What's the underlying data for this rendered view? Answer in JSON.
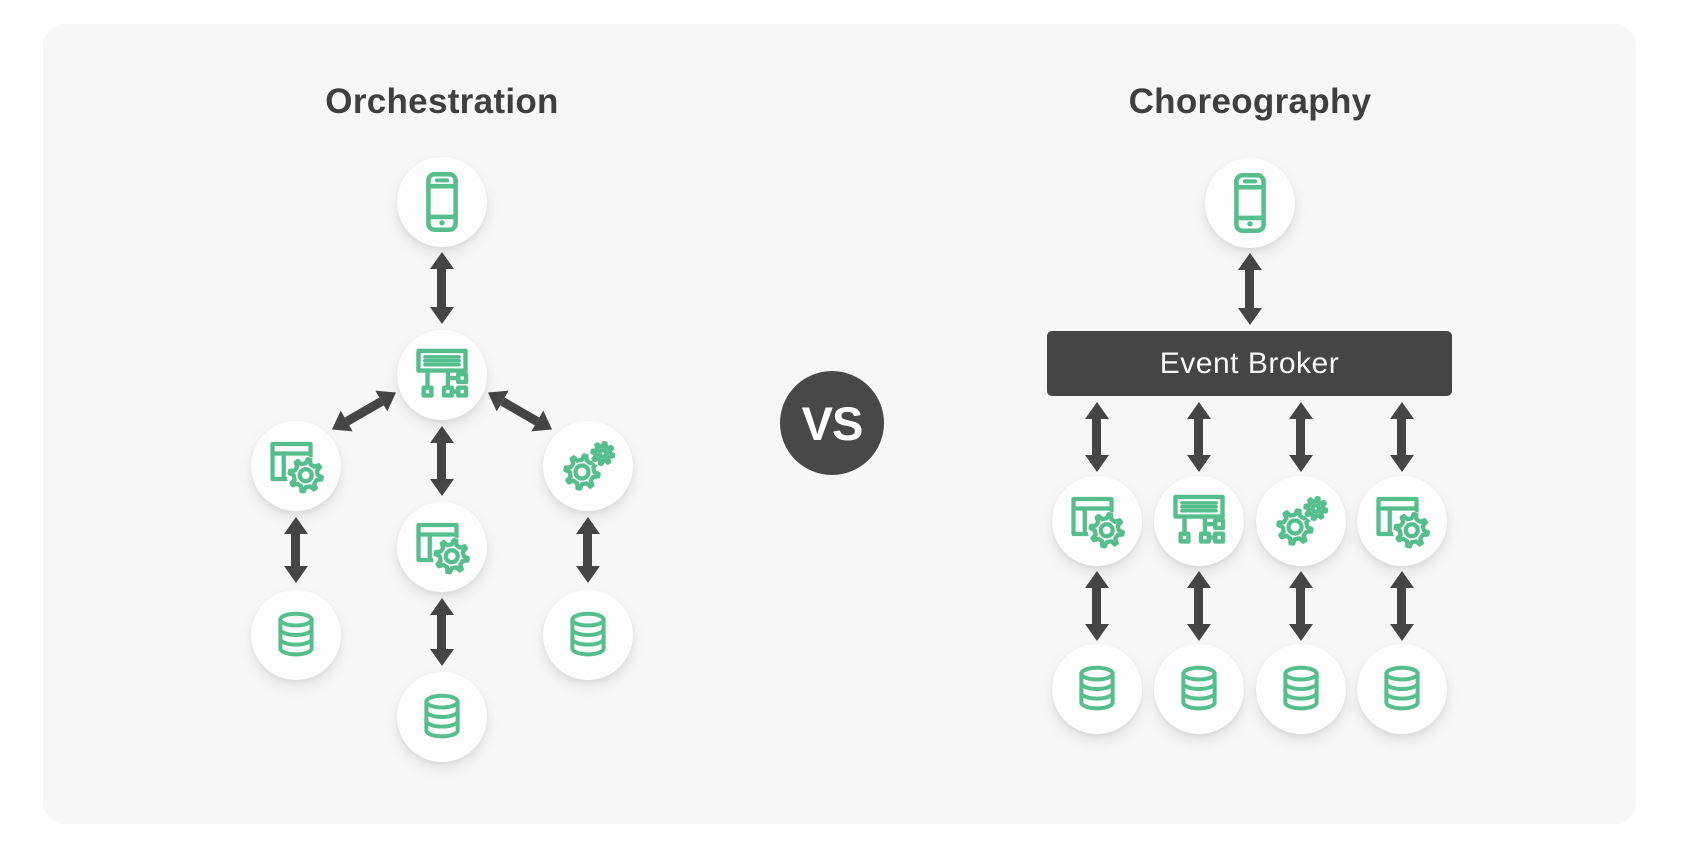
{
  "vs_label": "VS",
  "colors": {
    "green": "#54be8c",
    "dark": "#454545",
    "title": "#3f3f3f",
    "card_bg": "#f7f7f8",
    "node_bg": "#fdfdfd",
    "broker_bg": "#454545",
    "broker_text": "#f7f7f7",
    "vs_bg": "#484848",
    "vs_text": "#ffffff"
  },
  "diagrams": [
    {
      "id": "orchestration",
      "title": "Orchestration",
      "nodes": [
        {
          "id": "client",
          "icon": "smartphone"
        },
        {
          "id": "orchestrator",
          "icon": "sitemap"
        },
        {
          "id": "service-a",
          "icon": "app-window-gear"
        },
        {
          "id": "service-b",
          "icon": "app-window-gear"
        },
        {
          "id": "service-c",
          "icon": "gears"
        },
        {
          "id": "database-a",
          "icon": "database"
        },
        {
          "id": "database-b",
          "icon": "database"
        },
        {
          "id": "database-c",
          "icon": "database"
        }
      ]
    },
    {
      "id": "choreography",
      "title": "Choreography",
      "broker_label": "Event Broker",
      "nodes": [
        {
          "id": "client",
          "icon": "smartphone"
        },
        {
          "id": "service-1",
          "icon": "app-window-gear"
        },
        {
          "id": "service-2",
          "icon": "sitemap"
        },
        {
          "id": "service-3",
          "icon": "gears"
        },
        {
          "id": "service-4",
          "icon": "app-window-gear"
        },
        {
          "id": "database-1",
          "icon": "database"
        },
        {
          "id": "database-2",
          "icon": "database"
        },
        {
          "id": "database-3",
          "icon": "database"
        },
        {
          "id": "database-4",
          "icon": "database"
        }
      ]
    }
  ]
}
